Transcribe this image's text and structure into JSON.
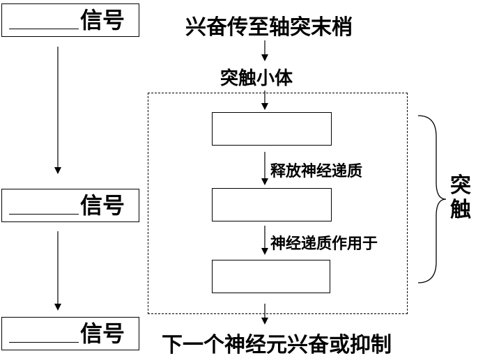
{
  "left_signals": [
    {
      "blank": "",
      "label": "信号"
    },
    {
      "blank": "",
      "label": "信号"
    },
    {
      "blank": "",
      "label": "信号"
    }
  ],
  "flow": {
    "top_title": "兴奋传至轴突末梢",
    "second_title": "突触小体",
    "step1_label": "释放神经递质",
    "step2_label": "神经递质作用于",
    "bottom_title": "下一个神经元兴奋或抑制"
  },
  "blank_boxes": [
    {
      "value": ""
    },
    {
      "value": ""
    },
    {
      "value": ""
    }
  ],
  "brace": {
    "char1": "突",
    "char2": "触"
  }
}
